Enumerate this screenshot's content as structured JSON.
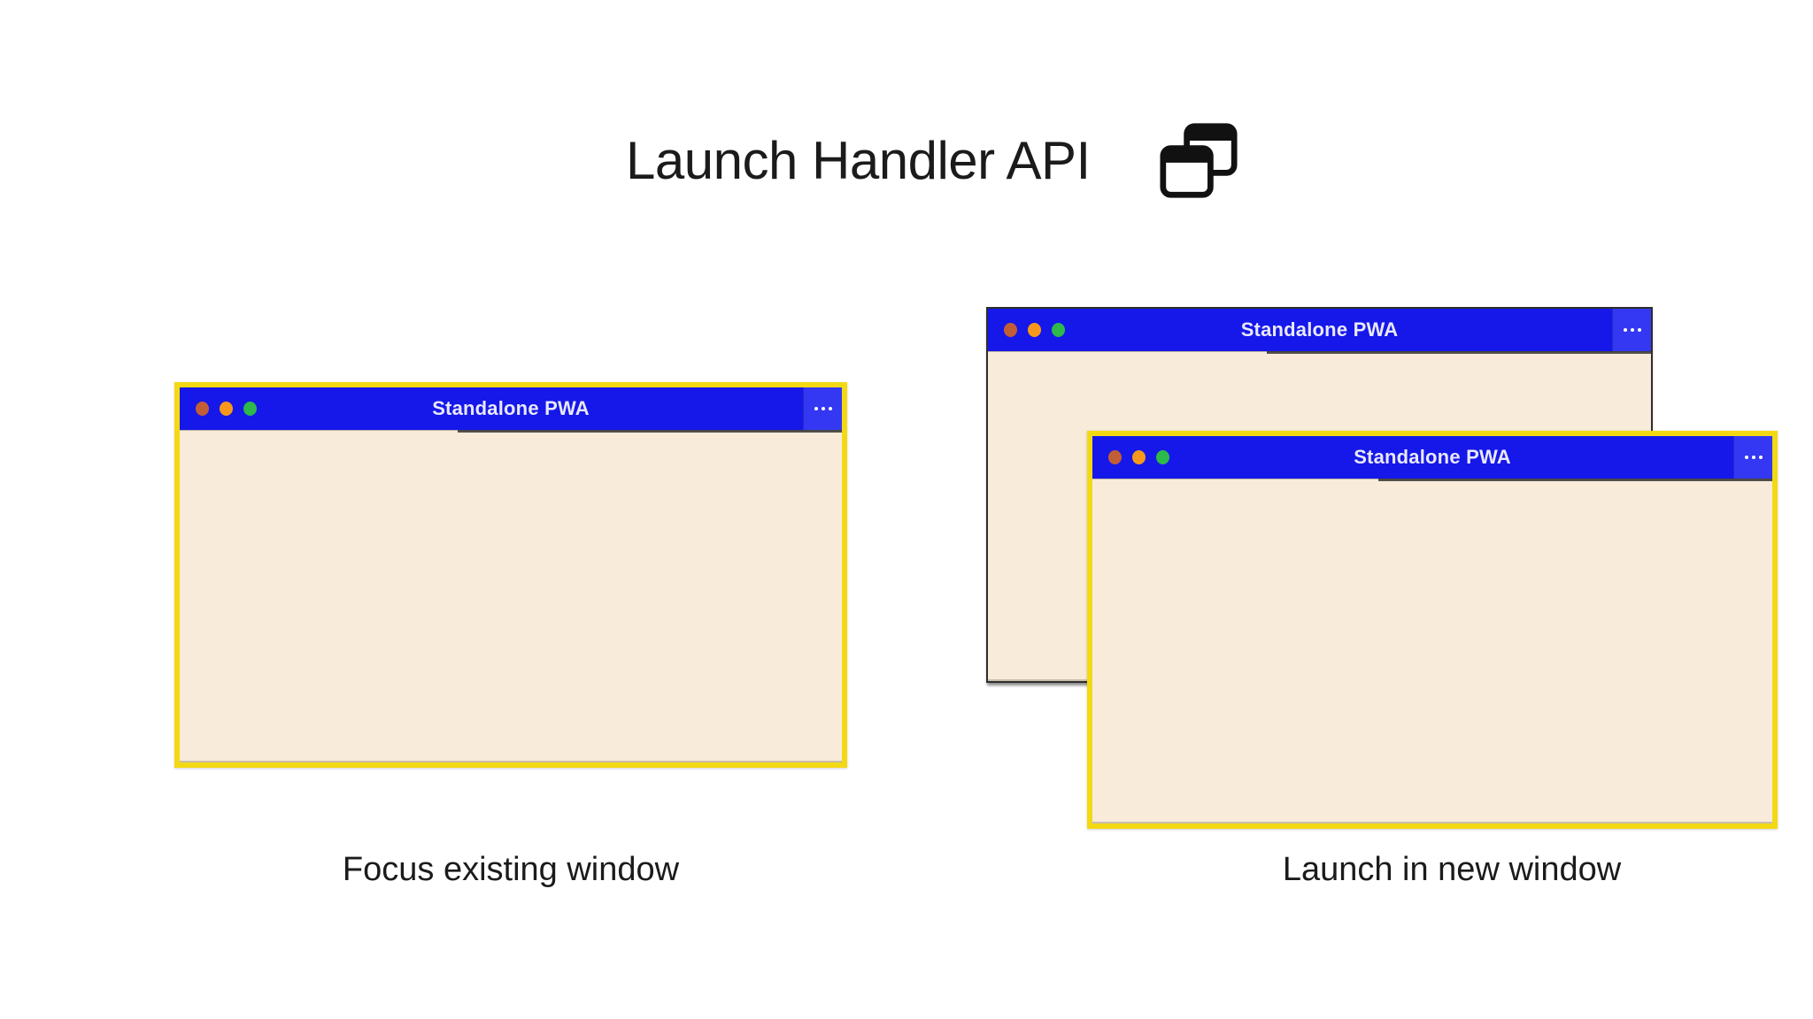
{
  "page": {
    "title_heading": "Launch Handler API"
  },
  "diagram": {
    "left": {
      "caption": "Focus existing window",
      "window": {
        "app_title": "Standalone PWA"
      }
    },
    "right": {
      "caption": "Launch in new window",
      "back_window": {
        "app_title": "Standalone PWA"
      },
      "front_window": {
        "app_title": "Standalone PWA"
      }
    }
  },
  "icons": {
    "heading_icon": "overlapping-windows-icon",
    "window_menu_icon": "ellipsis-more-icon",
    "traffic_lights": [
      "red-dot-icon",
      "orange-dot-icon",
      "green-dot-icon"
    ]
  },
  "colors": {
    "titlebar_blue": "#1518E9",
    "menu_block_blue": "#3538F2",
    "window_body_cream": "#F8EBDA",
    "highlight_yellow": "#F3D914",
    "plain_border_dark": "#2E2E2E",
    "dot_red": "#C25E35",
    "dot_orange": "#F7981C",
    "dot_green": "#2EB94A",
    "titlebar_text": "#E9E8FC",
    "heading_text": "#1B1B1B"
  }
}
